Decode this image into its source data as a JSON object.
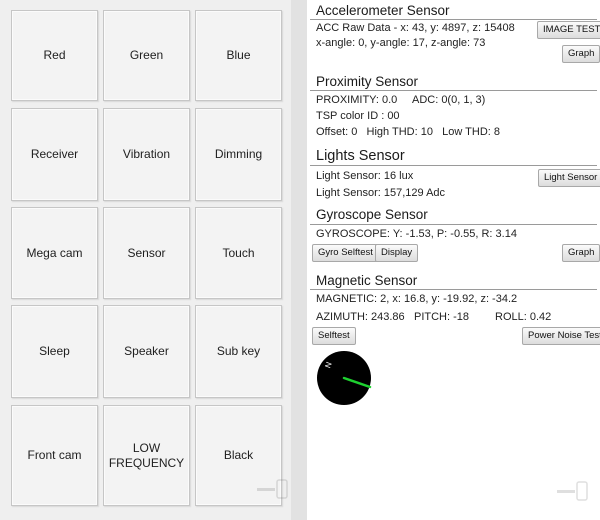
{
  "tests": [
    {
      "id": "red",
      "label": "Red"
    },
    {
      "id": "green",
      "label": "Green"
    },
    {
      "id": "blue",
      "label": "Blue"
    },
    {
      "id": "receiver",
      "label": "Receiver"
    },
    {
      "id": "vibration",
      "label": "Vibration"
    },
    {
      "id": "dimming",
      "label": "Dimming"
    },
    {
      "id": "mega-cam",
      "label": "Mega cam"
    },
    {
      "id": "sensor",
      "label": "Sensor"
    },
    {
      "id": "touch",
      "label": "Touch"
    },
    {
      "id": "sleep",
      "label": "Sleep"
    },
    {
      "id": "speaker",
      "label": "Speaker"
    },
    {
      "id": "sub-key",
      "label": "Sub key"
    },
    {
      "id": "front-cam",
      "label": "Front cam"
    },
    {
      "id": "low-frequency",
      "label": "LOW\nFREQUENCY"
    },
    {
      "id": "black",
      "label": "Black"
    }
  ],
  "accelerometer": {
    "title": "Accelerometer Sensor",
    "raw": "ACC Raw Data - x: 43, y: 4897, z: 15408",
    "angles": "x-angle: 0, y-angle: 17, z-angle: 73",
    "image_test_label": "IMAGE TEST",
    "graph_label": "Graph"
  },
  "proximity": {
    "title": "Proximity Sensor",
    "values": "PROXIMITY: 0.0     ADC: 0(0, 1, 3)",
    "tsp": "TSP color ID : 00",
    "offsets": "Offset: 0   High THD: 10   Low THD: 8"
  },
  "lights": {
    "title": "Lights Sensor",
    "lux": "Light Sensor: 16 lux",
    "adc": "Light Sensor: 157,129 Adc",
    "button_label": "Light Sensor"
  },
  "gyroscope": {
    "title": "Gyroscope Sensor",
    "values": "GYROSCOPE: Y: -1.53, P: -0.55, R: 3.14",
    "selftest_label": "Gyro Selftest",
    "display_label": "Display",
    "graph_label": "Graph"
  },
  "magnetic": {
    "title": "Magnetic Sensor",
    "values": "MAGNETIC: 2, x: 16.8, y: -19.92, z: -34.2",
    "azimuth": "AZIMUTH: 243.86",
    "pitch": "PITCH: -18",
    "roll": "ROLL: 0.42",
    "selftest_label": "Selftest",
    "power_noise_label": "Power Noise Test",
    "compass_mark": "N"
  },
  "colors": {
    "compass_face": "#000000",
    "compass_needle": "#1ed030",
    "tile_face": "#f3f3f3"
  }
}
